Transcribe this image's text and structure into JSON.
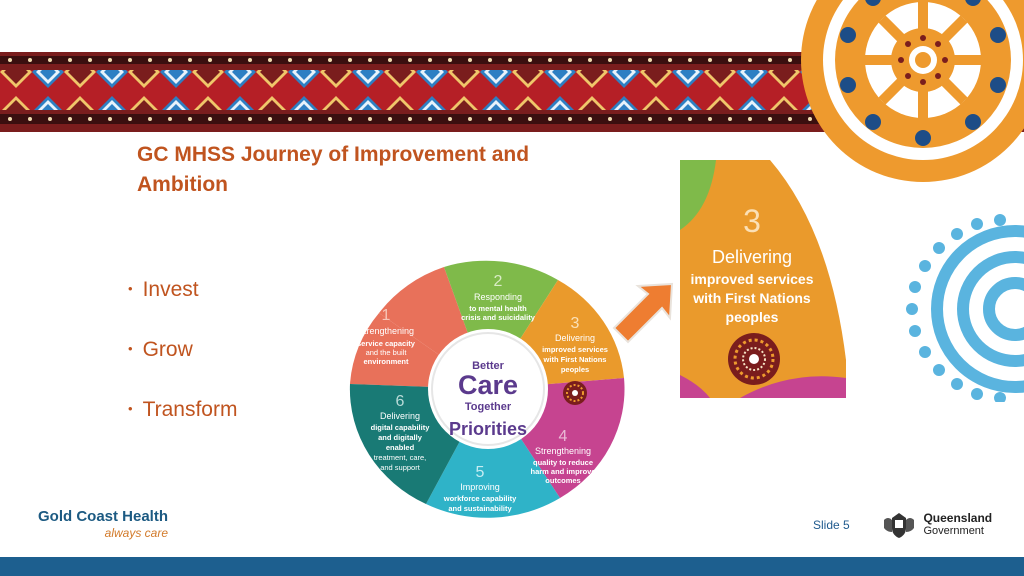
{
  "title_line1": "GC MHSS Journey of Improvement and",
  "title_line2": "Ambition",
  "bullets": [
    "Invest",
    "Grow",
    "Transform"
  ],
  "wheel": {
    "center": [
      "Better",
      "Care",
      "Together",
      "Priorities"
    ],
    "segments": [
      {
        "num": "1",
        "lines": [
          "Strengthening",
          "service capacity",
          "and the built",
          "environment"
        ]
      },
      {
        "num": "2",
        "lines": [
          "Responding",
          "to mental health",
          "crisis and suicidality"
        ]
      },
      {
        "num": "3",
        "lines": [
          "Delivering",
          "improved services",
          "with First Nations",
          "peoples"
        ]
      },
      {
        "num": "4",
        "lines": [
          "Strengthening",
          "quality to reduce",
          "harm and improve",
          "outcomes"
        ]
      },
      {
        "num": "5",
        "lines": [
          "Improving",
          "workforce capability",
          "and sustainability"
        ]
      },
      {
        "num": "6",
        "lines": [
          "Delivering",
          "digital capability",
          "and digitally",
          "enabled",
          "treatment, care,",
          "and support"
        ]
      }
    ]
  },
  "card": {
    "num": "3",
    "lines": [
      "Delivering",
      "improved services",
      "with First Nations",
      "peoples"
    ]
  },
  "logo_name": "Gold Coast Health",
  "logo_tag": "always care",
  "slide_label": "Slide 5",
  "qld_line1": "Queensland",
  "qld_line2": "Government",
  "colors": {
    "title": "#c0541f",
    "seg1": "#e8715a",
    "seg2": "#7fba4a",
    "seg3": "#ea9a2c",
    "seg4": "#c64490",
    "seg5": "#2fb3c8",
    "seg6": "#197a75",
    "center_text": "#5b3a8d",
    "footer": "#1d5f8f"
  }
}
